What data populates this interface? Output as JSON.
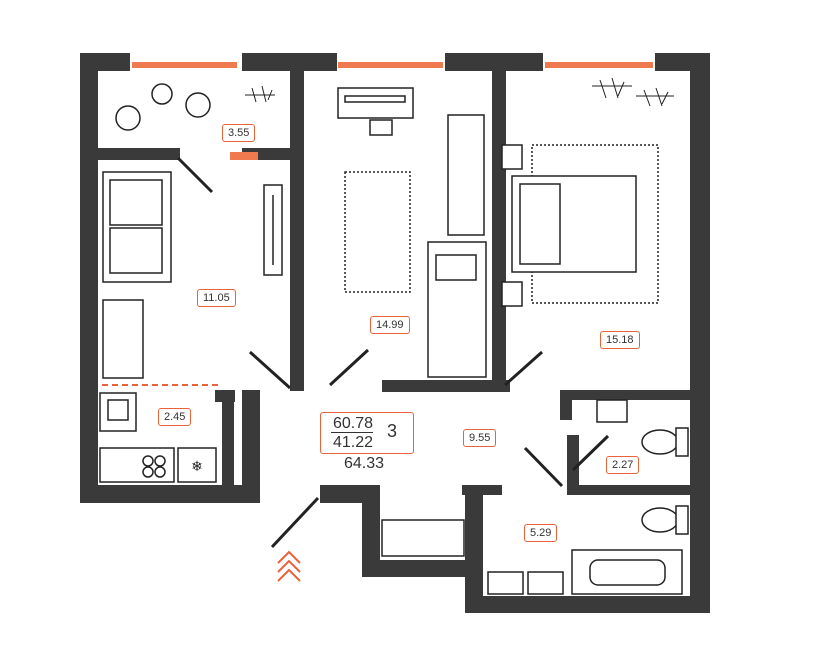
{
  "plan": {
    "total_area": "60.78",
    "living_area": "41.22",
    "rooms_count": "3",
    "area_with_balcony": "64.33",
    "rooms": {
      "balcony": "3.55",
      "living_room": "11.05",
      "bedroom_1": "14.99",
      "bedroom_2": "15.18",
      "kitchen": "2.45",
      "hallway": "9.55",
      "toilet": "2.27",
      "bathroom": "5.29"
    }
  },
  "colors": {
    "wall": "#3a3a3a",
    "accent": "#e8623a",
    "window": "#f07a50"
  },
  "icons": [
    "entrance-arrow-icon",
    "snowflake-icon",
    "plant-icon"
  ]
}
